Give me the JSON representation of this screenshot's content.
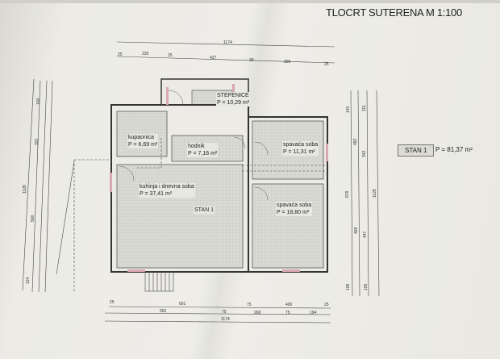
{
  "title": "TLOCRT SUTERENA  M 1:100",
  "legend": {
    "unit": "STAN 1",
    "area": "P = 81,37 m²"
  },
  "rooms": [
    {
      "name": "STEPENICE",
      "area": "P = 10,29 m²"
    },
    {
      "name": "kupaonica",
      "area": "P = 6,69 m²"
    },
    {
      "name": "hodnik",
      "area": "P = 7,16 m²"
    },
    {
      "name": "spavaća soba",
      "area": "P = 11,31 m²"
    },
    {
      "name": "kuhinja i dnevna soba",
      "area": "P = 37,41 m²"
    },
    {
      "name": "spavaća soba",
      "area": "P = 18,80 m²"
    }
  ],
  "unit_label": "STAN 1",
  "dims_top": {
    "total": "1174",
    "segments": [
      "25",
      "235",
      "25",
      "427",
      "30",
      "395",
      "25"
    ]
  },
  "dims_bottom": {
    "row1": [
      "25",
      "691",
      "75",
      "400",
      "25"
    ],
    "row2": [
      "562",
      "75",
      "268",
      "75",
      "194"
    ],
    "total": "1174"
  },
  "dims_left": [
    "1128",
    "100",
    "322",
    "500",
    "124"
  ],
  "dims_right": [
    "140",
    "482",
    "878",
    "468",
    "105",
    "111",
    "342",
    "447",
    "105",
    "1128"
  ]
}
